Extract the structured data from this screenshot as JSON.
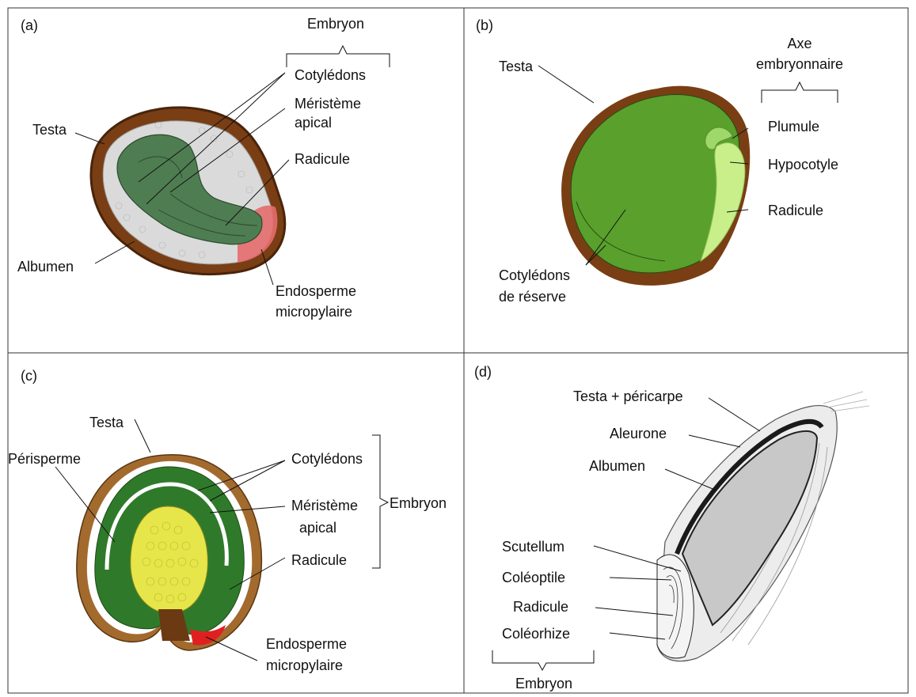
{
  "panels": {
    "a": {
      "letter": "(a)",
      "embryon": "Embryon",
      "cotyledons": "Cotylédons",
      "meristeme_1": "Méristème",
      "meristeme_2": "apical",
      "radicule": "Radicule",
      "testa": "Testa",
      "albumen": "Albumen",
      "endosperme_1": "Endosperme",
      "endosperme_2": "micropylaire"
    },
    "b": {
      "letter": "(b)",
      "testa": "Testa",
      "axe_1": "Axe",
      "axe_2": "embryonnaire",
      "plumule": "Plumule",
      "hypocotyle": "Hypocotyle",
      "radicule": "Radicule",
      "cotyledons_1": "Cotylédons",
      "cotyledons_2": "de réserve"
    },
    "c": {
      "letter": "(c)",
      "testa": "Testa",
      "perisperme": "Périsperme",
      "cotyledons": "Cotylédons",
      "meristeme_1": "Méristème",
      "meristeme_2": "apical",
      "embryon": "Embryon",
      "radicule": "Radicule",
      "endosperme_1": "Endosperme",
      "endosperme_2": "micropylaire"
    },
    "d": {
      "letter": "(d)",
      "testa_pericarpe": "Testa + péricarpe",
      "aleurone": "Aleurone",
      "albumen": "Albumen",
      "scutellum": "Scutellum",
      "coleoptile": "Coléoptile",
      "radicule": "Radicule",
      "coleorhize": "Coléorhize",
      "embryon": "Embryon"
    }
  },
  "colors": {
    "testa_brown": "#7a3e14",
    "embryo_green": "#3f7a3c",
    "cotyledon_green": "#5aa02c",
    "axis_light_green": "#c8ef8a",
    "radicle_red": "#e05050",
    "perisperm_yellow": "#e6e64a",
    "albumen_grey": "#c8c8c8",
    "endosperm_grey": "#d9d9d9"
  }
}
